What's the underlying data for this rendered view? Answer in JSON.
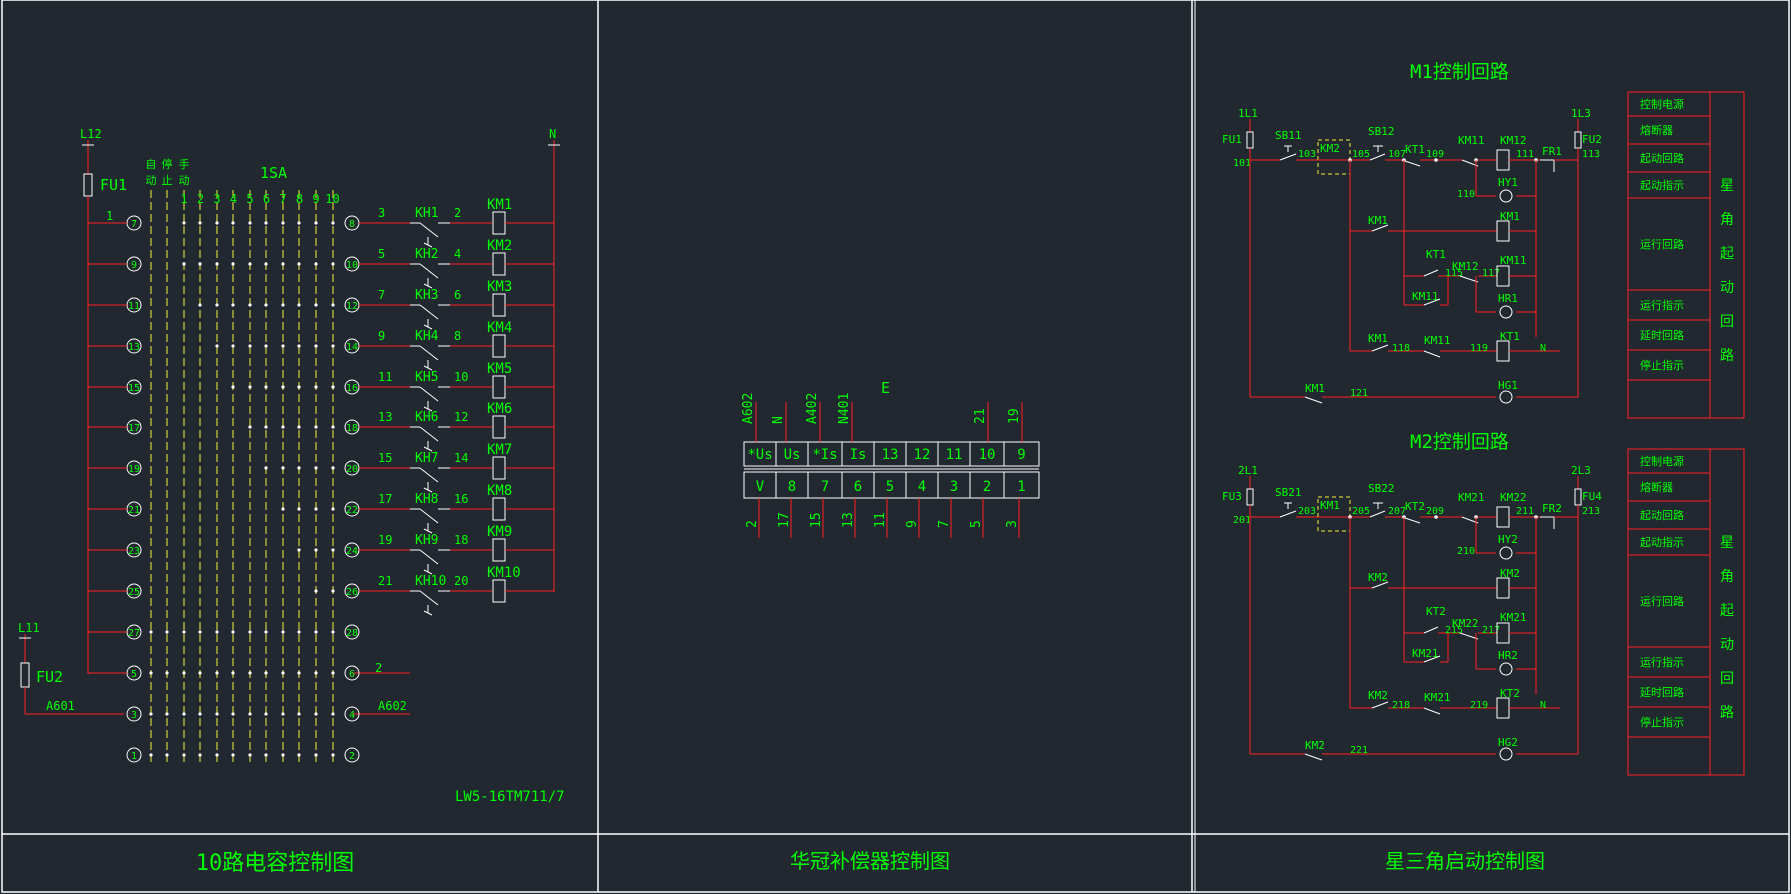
{
  "titles": {
    "panel1": "10路电容控制图",
    "panel2": "华冠补偿器控制图",
    "panel3": "星三角启动控制图",
    "m1": "M1控制回路",
    "m2": "M2控制回路"
  },
  "panel1": {
    "l12": "L12",
    "l11": "L11",
    "n": "N",
    "fu1": "FU1",
    "fu2": "FU2",
    "switch": "1SA",
    "a601": "A601",
    "a602": "A602",
    "wire1": "1",
    "wire2": "2",
    "model": "LW5-16TM711/7",
    "mode_labels": [
      "自",
      "停",
      "手"
    ],
    "mode_sub": [
      "动",
      "止",
      "动"
    ],
    "contacts": [
      "1",
      "2",
      "3",
      "4",
      "5",
      "6",
      "7",
      "8",
      "9",
      "10"
    ],
    "left_terminals": [
      "7",
      "9",
      "11",
      "13",
      "15",
      "17",
      "19",
      "21",
      "23",
      "25",
      "27",
      "5",
      "3",
      "1"
    ],
    "right_terminals": [
      "8",
      "10",
      "12",
      "14",
      "16",
      "18",
      "20",
      "22",
      "24",
      "26",
      "28",
      "6",
      "4",
      "2"
    ],
    "rows": [
      {
        "in": "3",
        "kh": "KH1",
        "out": "2",
        "km": "KM1"
      },
      {
        "in": "5",
        "kh": "KH2",
        "out": "4",
        "km": "KM2"
      },
      {
        "in": "7",
        "kh": "KH3",
        "out": "6",
        "km": "KM3"
      },
      {
        "in": "9",
        "kh": "KH4",
        "out": "8",
        "km": "KM4"
      },
      {
        "in": "11",
        "kh": "KH5",
        "out": "10",
        "km": "KM5"
      },
      {
        "in": "13",
        "kh": "KH6",
        "out": "12",
        "km": "KM6"
      },
      {
        "in": "15",
        "kh": "KH7",
        "out": "14",
        "km": "KM7"
      },
      {
        "in": "17",
        "kh": "KH8",
        "out": "16",
        "km": "KM8"
      },
      {
        "in": "19",
        "kh": "KH9",
        "out": "18",
        "km": "KM9"
      },
      {
        "in": "21",
        "kh": "KH10",
        "out": "20",
        "km": "KM10"
      }
    ]
  },
  "panel2": {
    "e_label": "E",
    "top_wires": [
      "A602",
      "N",
      "A402",
      "N401",
      "21",
      "19"
    ],
    "top_cells": [
      "*Us",
      "Us",
      "*Is",
      "Is",
      "13",
      "12",
      "11",
      "10",
      "9"
    ],
    "bottom_cells": [
      "V",
      "8",
      "7",
      "6",
      "5",
      "4",
      "3",
      "2",
      "1"
    ],
    "bottom_wires": [
      "2",
      "17",
      "15",
      "13",
      "11",
      "9",
      "7",
      "5",
      "3"
    ]
  },
  "panel3": {
    "legend": [
      "控制电源",
      "熔断器",
      "起动回路",
      "起动指示",
      "运行回路",
      "运行指示",
      "延时回路",
      "停止指示"
    ],
    "side_label": [
      "星",
      "角",
      "起",
      "动",
      "回",
      "路"
    ],
    "m1": {
      "l1": "1L1",
      "l3": "1L3",
      "fu_a": "FU1",
      "fu_b": "FU2",
      "n101": "101",
      "n113": "113",
      "sb_a": "SB11",
      "sb_b": "SB12",
      "km_box": "KM2",
      "kt": "KT1",
      "km_s": "KM11",
      "km_c": "KM12",
      "fr": "FR1",
      "hy": "HY1",
      "hr": "HR1",
      "hg": "HG1",
      "km_main": "KM1",
      "km_int": "KM12",
      "km_ret": "KM11",
      "n103": "103",
      "n105": "105",
      "n107": "107",
      "n109": "109",
      "n111": "111",
      "n110": "110",
      "n115": "115",
      "n117": "117",
      "n118": "118",
      "n119": "119",
      "n121": "121",
      "nn": "N"
    },
    "m2": {
      "l1": "2L1",
      "l3": "2L3",
      "fu_a": "FU3",
      "fu_b": "FU4",
      "n101": "201",
      "n113": "213",
      "sb_a": "SB21",
      "sb_b": "SB22",
      "km_box": "KM1",
      "kt": "KT2",
      "km_s": "KM21",
      "km_c": "KM22",
      "fr": "FR2",
      "hy": "HY2",
      "hr": "HR2",
      "hg": "HG2",
      "km_main": "KM2",
      "km_int": "KM22",
      "km_ret": "KM21",
      "n103": "203",
      "n105": "205",
      "n107": "207",
      "n109": "209",
      "n111": "211",
      "n110": "210",
      "n115": "215",
      "n117": "217",
      "n118": "218",
      "n119": "219",
      "n121": "221",
      "nn": "N"
    }
  }
}
